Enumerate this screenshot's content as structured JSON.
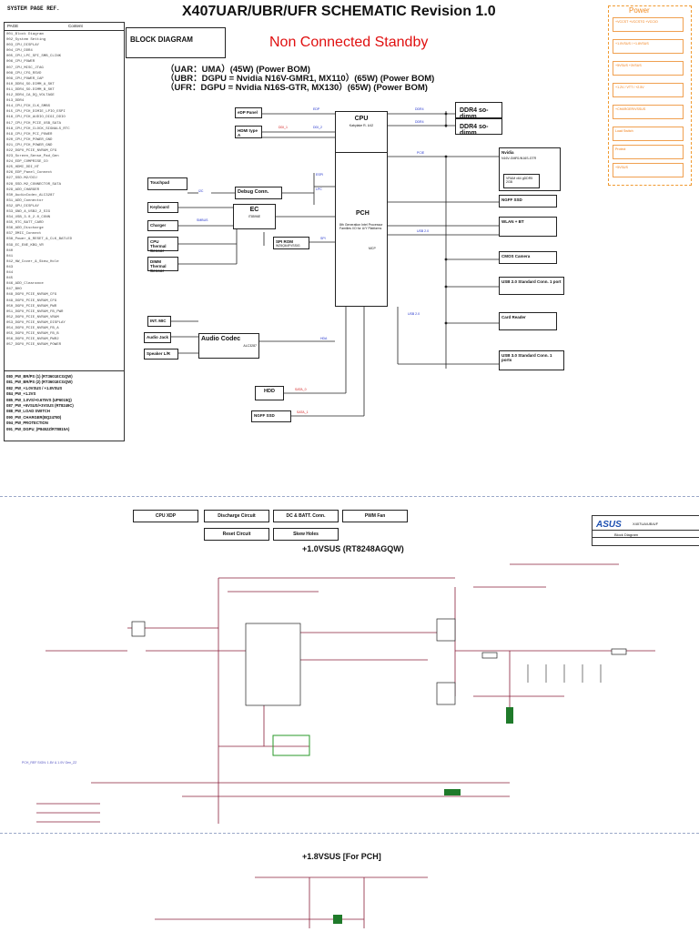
{
  "header": {
    "title": "X407UAR/UBR/UFR SCHEMATIC Revision 1.0",
    "subtitle": "Non Connected Standby",
    "bom_lines": [
      "（UAR：UMA）(45W) (Power BOM)",
      "（UBR：DGPU = Nvidia N16V-GMR1, MX110）(65W) (Power BOM)",
      "（UFR：DGPU = Nvidia N16S-GTR, MX130）(65W) (Power BOM)"
    ]
  },
  "toc": {
    "heading": "SYSTEM PAGE REF.",
    "col_page": "PAGE",
    "col_content": "Content",
    "rows": [
      "001_Block Diagram",
      "002_System Setting",
      "003_CPU_DISPLAY",
      "004_CPU_DDR4",
      "005_CPU_LPC_SPI_SMB_CLINK",
      "006_CPU_POWER",
      "007_CPU_MISC_JTAG",
      "008_CPU_CFG_RSVD",
      "009_CPU_POWER_CAP",
      "010_DDR4_SO-DIMM_A_SKT",
      "011_DDR4_SO-DIMM_B_SKT",
      "012_DDR4_CA_DQ_VOLTAGE",
      "013_DDR4",
      "014_CPU_PCH_CLK_SMBS",
      "015_CPU_PCH_DIMIE_LPIO_ESPI",
      "016_CPU_PCH_AUDIO_DIGI_DDIO",
      "017_CPU_PCH_PCIE_USB_SATA",
      "018_CPU_PCH_CLOCK_SIGNALS_RTC",
      "019_CPU_PCH_PCI_POWER",
      "020_CPU_PCH_POWER_GND",
      "021_CPU_PCH_POWER_GND",
      "022_DGPU_PCIE_NVRAM_CFG",
      "023_Screen_Sense_Pad_Gen",
      "024_EDP_COMPRISE_CO",
      "025_HDMI_DDI_HT",
      "026_EDP_Panel_Connect",
      "027_SSD-M2/DCU",
      "028_SSD-M2_CONNECTOR_SATA",
      "029_ADD_CHARGER",
      "030_AudioCodec_ALC3287",
      "031_ADD_Connector",
      "032_GPU_DISPLAY",
      "033_GND_A_USB2_2_SIG",
      "034_USB_3.0_2.0_CONN",
      "035_RTC_BATT_CARD",
      "036_ADD_Discharge",
      "037_DMIC_Connect",
      "038_Power_&_RESET_&_CLK_BATLED",
      "039_EC_ENE_KB9_VR",
      "040",
      "041",
      "042_HW_Cover_&_Skew_Hole",
      "043",
      "044",
      "045",
      "046_ADD_Clearance",
      "047_BHO",
      "048_DGPU_PCIE_NVRAM_CFG",
      "049_DGPU_PCIE_NVRAM_CFG",
      "050_DGPU_PCIE_NVRAM_PWR",
      "051_DGPU_PCIE_NVRAM_FB_PWR",
      "052_DGPU_PCIE_NVRAM_VRAM",
      "053_DGPU_PCIE_NVRAM_DISPLAY",
      "054_DGPU_PCIE_NVRAM_FB_A",
      "055_DGPU_PCIE_NVRAM_FB_B",
      "056_DGPU_PCIE_NVRAM_PWR2",
      "057_DGPU_PCIE_NVRAM_POWER"
    ],
    "power_rows": [
      "080_PW_BR/PS (1) (RT3601ECGQW)",
      "081_PW_BR/PS (2) (RT3601ECGQW)",
      "082_PW_+1.0VSUS / +1.8VSUS",
      "084_PW_+1.2VS",
      "085_PW_1.0VS/+0.675VS (UP6015Q)",
      "087_PW_+5VSUS/+3VSUS (RT8249C)",
      "088_PW_LOAD SWITCH",
      "090_PW_CHARGER(BQ24780)",
      "094_PW_PROTECTION",
      "091_PW_DGPU_(P8452Z/RT8815A)"
    ]
  },
  "block_diagram": {
    "label": "BLOCK DIAGRAM",
    "cpu": {
      "title": "CPU",
      "sub": "Kabylake R- U42"
    },
    "pch": {
      "title": "PCH",
      "sub": "8th Generation Intel Processor Families I/O for U/Y Platforms",
      "sub2": "MCP"
    },
    "ddr_a": "DDR4 so-dimm",
    "ddr_b": "DDR4 so-dimm",
    "nvidia": {
      "title": "Nvidia",
      "sub": "N16V-GMR1/N16S-GTR",
      "vram": "VRAM x64 gDDR5 2GB"
    },
    "edp_panel": "eDP Panel",
    "hdmi": "HDMI type A",
    "touchpad": "Touchpad",
    "debug": "Debug Conn.",
    "keyboard": "Keyboard",
    "ec": {
      "title": "EC",
      "sub": "IT8596E"
    },
    "charger": "Charger",
    "cpu_thermal": "CPU Thermal Sensor",
    "ddr_thermal": "DIMM Thermal Sensor",
    "spi_rom": {
      "title": "SPI ROM",
      "sub": "W25Q64FVSSIG"
    },
    "ngff_ssd": "NGFF SSD",
    "wlan": "WLAN + BT",
    "cmos": "CMOS Camera",
    "usb20": "USB 2.0 Standard Conn. 1 port",
    "card_reader": "Card Reader",
    "usb30": "USB 3.0 Standard Conn. 1 ports",
    "int_mic": "INT. MIC",
    "audio_jack": "Audio Jack",
    "speaker": "Speaker L/R",
    "audio_codec": {
      "title": "Audio Codec",
      "sub": "ALC3287"
    },
    "hdd": "HDD",
    "ngff_ssd2": "NGFF SSD",
    "bus_labels": {
      "edp": "EDP",
      "ddi": "DDI_1",
      "ddi2": "DDI_2",
      "ddr4_a": "DDR4",
      "ddr4_b": "DDR4",
      "pcie": "PCIE",
      "espi": "ESPI",
      "lpc": "LPC",
      "smbus": "SMBUS",
      "spi": "SPI",
      "hda": "HDA",
      "usb2": "USB 2.0",
      "usb2b": "USB 2.0",
      "sata": "SATA_0",
      "sata2": "SATA_1",
      "i2c": "I2C"
    }
  },
  "power_panel": {
    "title": "Power",
    "items": [
      "+VCCST +VCCSTG +VCCIO",
      "+1.0VSUS / +1.8VSUS",
      "+5VSUS +3VSUS",
      "+1.2V / VTT / +2.5V",
      "+CHARGER/VSSUS",
      "Load Switch",
      "Protect",
      "+5VSUS"
    ]
  },
  "bottom_buttons": [
    "CPU XDP",
    "Discharge Circuit",
    "DC & BATT. Conn.",
    "PWM Fan",
    "Reset Circuit",
    "Skew Holes"
  ],
  "schematic": {
    "title_1v0": "+1.0VSUS (RT8248AGQW)",
    "title_1v8": "+1.8VSUS [For PCH]",
    "note": "PCH_REF SIGN: 1.8V & 1.0V Gen_ZZ"
  },
  "titleblock": {
    "logo": "ASUS",
    "model": "X407UA/UB/UF",
    "sheet": "Block Diagram"
  }
}
